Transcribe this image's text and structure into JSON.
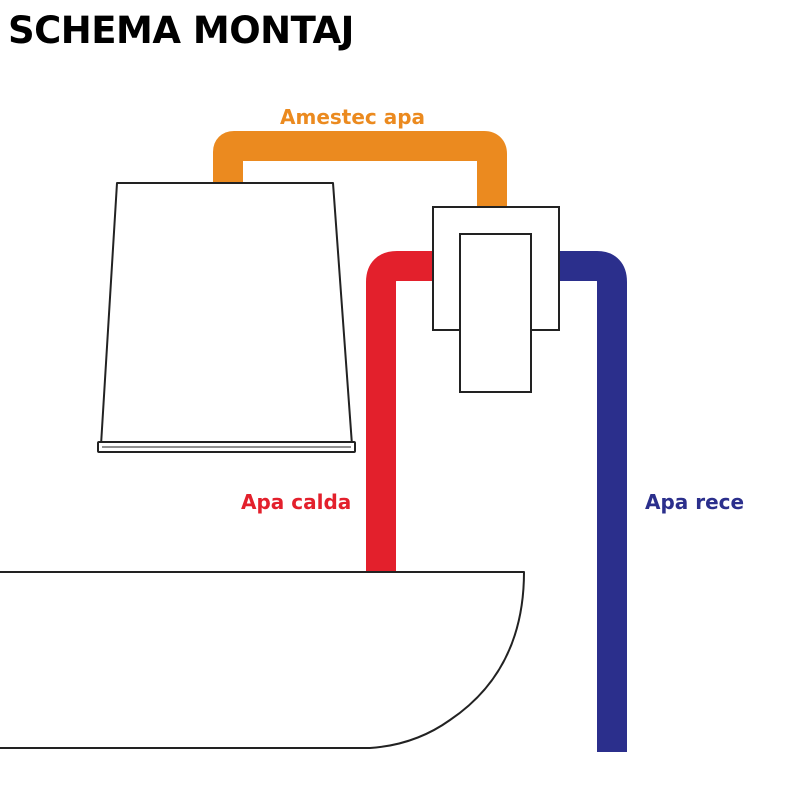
{
  "title": "SCHEMA MONTAJ",
  "labels": {
    "mixed": "Amestec apa",
    "hot": "Apa calda",
    "cold": "Apa rece"
  },
  "colors": {
    "mixed": "#EB8A1F",
    "hot": "#E3202C",
    "cold": "#2B2F8C",
    "outline": "#222222"
  }
}
